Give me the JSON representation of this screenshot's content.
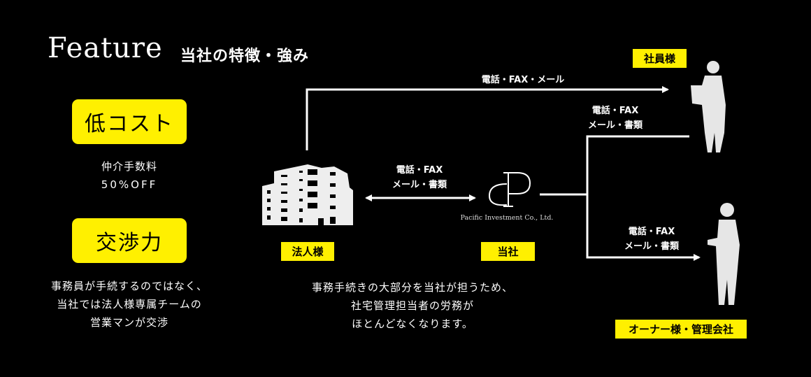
{
  "header": {
    "title": "Feature",
    "subtitle": "当社の特徴・強み"
  },
  "features": [
    {
      "label": "低コスト",
      "desc": [
        "仲介手数料",
        "50%OFF"
      ]
    },
    {
      "label": "交渉力",
      "desc": [
        "事務員が手続するのではなく、",
        "当社では法人様専属チームの",
        "営業マンが交渉"
      ]
    }
  ],
  "diagram": {
    "corporate_label": "法人様",
    "company_label": "当社",
    "company_logo_text": "Pacific Investment Co., Ltd.",
    "employee_label": "社員様",
    "owner_label": "オーナー様・管理会社",
    "flow_top": "電話・FAX・メール",
    "flow_mid": [
      "電話・FAX",
      "メール・書類"
    ],
    "flow_employee": [
      "電話・FAX",
      "メール・書類"
    ],
    "flow_owner": [
      "電話・FAX",
      "メール・書類"
    ],
    "caption": [
      "事務手続きの大部分を当社が担うため、",
      "社宅管理担当者の労務が",
      "ほとんどなくなります。"
    ]
  },
  "colors": {
    "accent": "#fff000",
    "background": "#000000"
  }
}
